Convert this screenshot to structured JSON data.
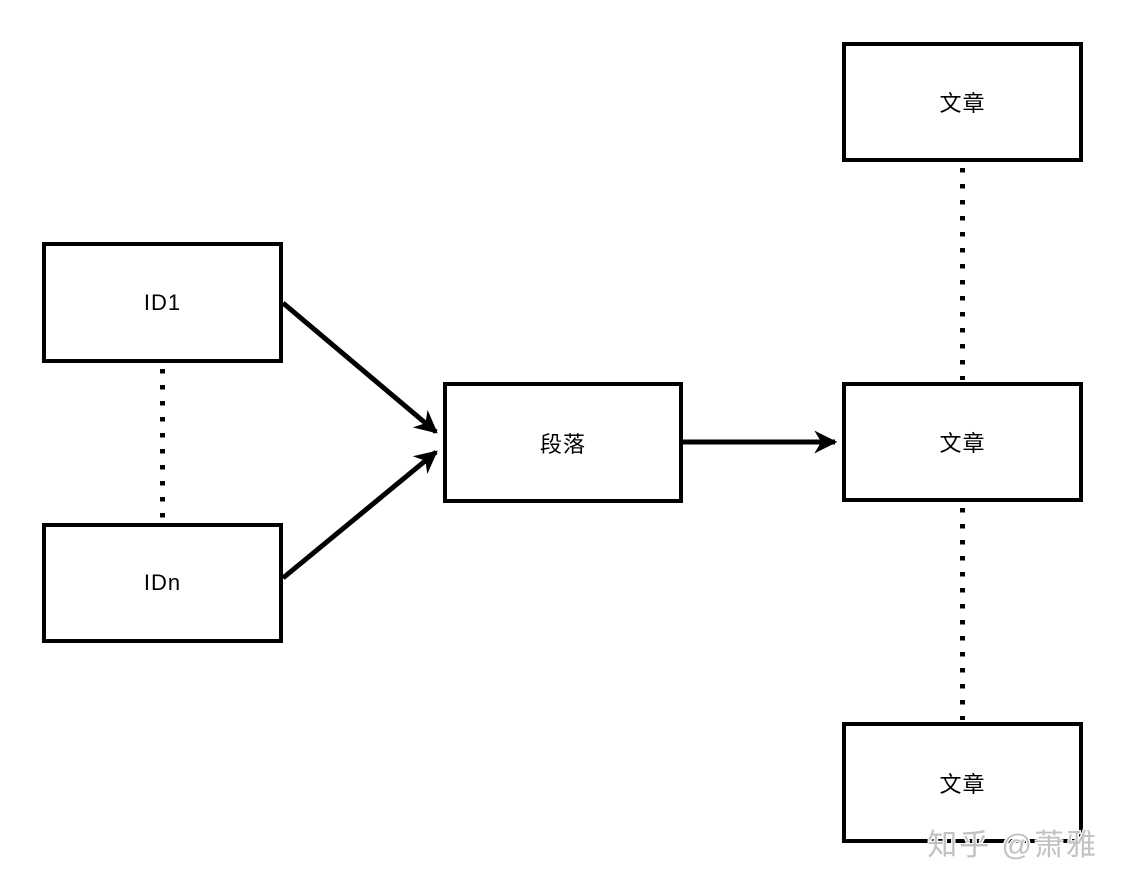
{
  "diagram": {
    "nodes": {
      "id1": {
        "label": "ID1"
      },
      "idn": {
        "label": "IDn"
      },
      "paragraph": {
        "label": "段落"
      },
      "article_top": {
        "label": "文章"
      },
      "article_mid": {
        "label": "文章"
      },
      "article_bottom": {
        "label": "文章"
      }
    },
    "connectors": [
      {
        "from": "id1",
        "to": "paragraph",
        "style": "solid-arrow"
      },
      {
        "from": "idn",
        "to": "paragraph",
        "style": "solid-arrow"
      },
      {
        "from": "paragraph",
        "to": "article_mid",
        "style": "solid-arrow"
      },
      {
        "from": "id1",
        "to": "idn",
        "style": "dotted"
      },
      {
        "from": "article_top",
        "to": "article_mid",
        "style": "dotted"
      },
      {
        "from": "article_mid",
        "to": "article_bottom",
        "style": "dotted"
      }
    ],
    "colors": {
      "box_border": "#000000",
      "box_fill": "#ffffff",
      "text": "#000000",
      "watermark": "#c2c2c2",
      "background": "#ffffff"
    },
    "watermark": "知乎 @萧雅"
  }
}
